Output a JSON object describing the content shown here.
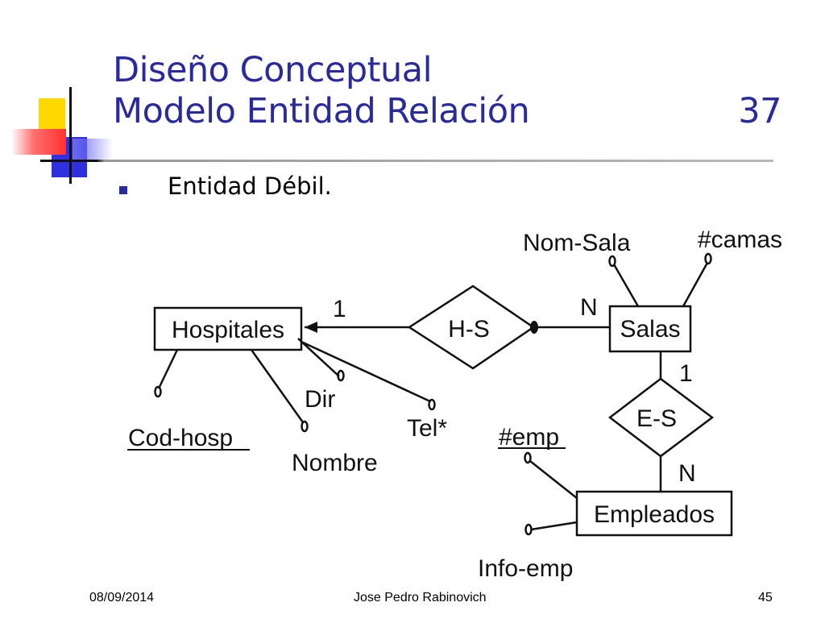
{
  "slide": {
    "title_line1": "Diseño Conceptual",
    "title_line2": "Modelo Entidad Relación",
    "title_number": "37",
    "bullet": "Entidad Débil."
  },
  "diagram": {
    "entities": {
      "hospitales": "Hospitales",
      "salas": "Salas",
      "empleados": "Empleados"
    },
    "relationships": {
      "hs": "H-S",
      "es": "E-S"
    },
    "attributes": {
      "nom_sala": "Nom-Sala",
      "camas": "#camas",
      "cod_hosp": "Cod-hosp",
      "dir": "Dir",
      "nombre": "Nombre",
      "tel": "Tel*",
      "emp": "#emp",
      "info_emp": "Info-emp"
    },
    "cardinalities": {
      "hs_hospitales": "1",
      "hs_salas": "N",
      "es_salas": "1",
      "es_empleados": "N"
    }
  },
  "footer": {
    "date": "08/09/2014",
    "author": "Jose Pedro Rabinovich",
    "page": "45"
  },
  "colors": {
    "title": "#2a2aa0",
    "deco_yellow": "#ffd800",
    "deco_blue": "#3030e0",
    "deco_red": "#ff3838"
  }
}
